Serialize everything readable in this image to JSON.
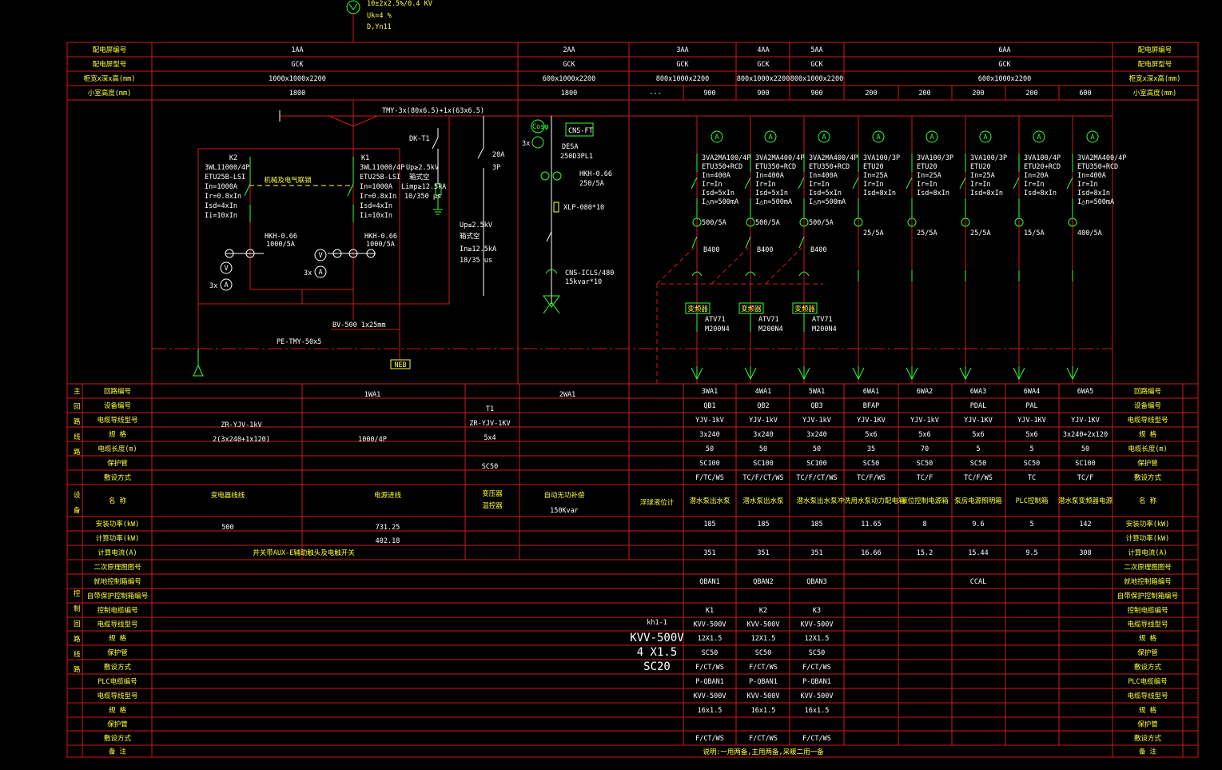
{
  "transformer": {
    "spec": "10±2x2.5%/0.4 KV",
    "uk": "Uk=4 %",
    "group": "D,Yn11"
  },
  "header_labels": {
    "left": [
      "配电屏编号",
      "配电屏型号",
      "柜宽x深x高(mm)",
      "小室高度(mm)"
    ],
    "right": [
      "配电屏编号",
      "配电屏型号",
      "柜宽x深x高(mm)",
      "小室高度(mm)"
    ]
  },
  "panels": [
    {
      "id": "1AA",
      "model": "GCK",
      "size": "1000x1000x2200",
      "height": "1800"
    },
    {
      "id": "2AA",
      "model": "GCK",
      "size": "600x1000x2200",
      "height": "1800"
    },
    {
      "id": "3AA",
      "model": "GCK",
      "size": "800x1000x2200",
      "height_a": "---",
      "height_b": "900"
    },
    {
      "id": "4AA",
      "model": "GCK",
      "size": "800x1000x2200",
      "height": "900"
    },
    {
      "id": "5AA",
      "model": "GCK",
      "size": "800x1000x2200",
      "height": "900"
    },
    {
      "id": "6AA",
      "model": "GCK",
      "size": "600x1000x2200",
      "heights": [
        "200",
        "200",
        "200",
        "200",
        "600"
      ]
    }
  ],
  "diagram": {
    "busbar": "TMY-3x(80x6.5)+1x(63x6.5)",
    "pe_bar": "PE-TMY-50x5",
    "bv_cable": "BV-500  1x25mm",
    "neb": "NEB",
    "interlock": "机械及电气联锁",
    "k2": [
      "K2",
      "3WL11000/4P",
      "ETU25B-LSI",
      "In=1000A",
      "Ir=0.8xIn",
      "Isd=4xIn",
      "Ii=10xIn"
    ],
    "k1": [
      "K1",
      "3WL11000/4P",
      "ETU25B-LSI",
      "In=1000A",
      "Ir=0.8xIn",
      "Isd=4xIn",
      "Ii=10xIn"
    ],
    "ct_left": [
      "HKH-0.66",
      "1000/5A"
    ],
    "ct_right": [
      "HKH-0.66",
      "1000/5A"
    ],
    "meter_x3_left": "3x",
    "meter_x3_right": "3x",
    "dk": "DK-T1",
    "spd1": [
      "Up≥2.5kV",
      "箱式空",
      "Limp≥12.5kA",
      "10/350 μs"
    ],
    "spd2": [
      "Up≤2.5kV",
      "箱式空",
      "In≥12.5kA",
      "18/35 us"
    ],
    "sw20": [
      "20A",
      "3P"
    ],
    "cap": {
      "cosphi": "Cosφ",
      "x3": "3x",
      "ctl": "CNS-FT",
      "fuse": [
        "DESA",
        "250D3PL1"
      ],
      "ct": [
        "HKH-0.66",
        "250/5A"
      ],
      "reactor": "XLP-080*10",
      "bank": [
        "CNS-ICLS/480",
        "15kvar*10"
      ]
    },
    "feeders": [
      {
        "brk": [
          "3VA2MA100/4P",
          "ETU350+RCD",
          "In=400A",
          "Ir=In",
          "Isd=5xIn",
          "I△n=500mA"
        ],
        "ct": "500/5A",
        "contactor": "B400",
        "vfd": "变频器",
        "vfd2": [
          "ATV71",
          "M200N4"
        ]
      },
      {
        "brk": [
          "3VA2MA400/4P",
          "ETU350+RCD",
          "In=400A",
          "Ir=In",
          "Isd=5xIn",
          "I△n=500mA"
        ],
        "ct": "500/5A",
        "contactor": "B400",
        "vfd": "变频器",
        "vfd2": [
          "ATV71",
          "M200N4"
        ]
      },
      {
        "brk": [
          "3VA2MA400/4P",
          "ETU350+RCD",
          "In=400A",
          "Ir=In",
          "Isd=5xIn",
          "I△n=500mA"
        ],
        "ct": "500/5A",
        "contactor": "B400",
        "vfd": "变频器",
        "vfd2": [
          "ATV71",
          "M200N4"
        ]
      },
      {
        "brk": [
          "3VA100/3P",
          "ETU20",
          "In=25A",
          "Ir=In",
          "Isd=8xIn"
        ],
        "ct": "25/5A"
      },
      {
        "brk": [
          "3VA100/3P",
          "ETU20",
          "In=25A",
          "Ir=In",
          "Isd=8xIn"
        ],
        "ct": "25/5A"
      },
      {
        "brk": [
          "3VA100/3P",
          "ETU20",
          "In=25A",
          "Ir=In",
          "Isd=8xIn"
        ],
        "ct": "25/5A"
      },
      {
        "brk": [
          "3VA100/4P",
          "ETU20+RCD",
          "In=20A",
          "Ir=In",
          "Isd=8xIn"
        ],
        "ct": "15/5A"
      },
      {
        "brk": [
          "3VA2MA400/4P",
          "ETU350+RCD",
          "In=400A",
          "Ir=In",
          "Isd=8xIn",
          "I△n=500mA"
        ],
        "ct": "400/5A"
      }
    ]
  },
  "sections": {
    "main": "主回路线路",
    "equip": "设备",
    "ctrl": "控制回路线路"
  },
  "table_labels_left": [
    "回路编号",
    "设备编号",
    "电缆导线型号",
    "规    格",
    "电缆长度(m)",
    "保护管",
    "敷设方式",
    "名    称",
    "安装功率(kW)",
    "计算功率(kW)",
    "计算电流(A)",
    "二次原理图图号",
    "就地控制箱编号",
    "自带保护控制箱编号",
    "控制电缆编号",
    "电缆导线型号",
    "规    格",
    "保护管",
    "敷设方式",
    "PLC电缆编号",
    "电缆导线型号",
    "规    格",
    "保护管",
    "敷设方式",
    "备    注"
  ],
  "table_labels_right": [
    "回路编号",
    "设备编号",
    "电缆导线型号",
    "规    格",
    "电缆长度(m)",
    "保护管",
    "敷设方式",
    "名    称",
    "安装功率(kW)",
    "计算功率(kW)",
    "计算电流(A)",
    "二次原理图图号",
    "就地控制箱编号",
    "自带保护控制箱编号",
    "控制电缆编号",
    "电缆导线型号",
    "规    格",
    "保护管",
    "敷设方式",
    "PLC电缆编号",
    "电缆导线型号",
    "规    格",
    "保护管",
    "敷设方式",
    "备    注"
  ],
  "table": {
    "circuit_1WA": "1WA1",
    "circuit_2WA": "2WA1",
    "cable_1a": "ZR-YJV-1kV",
    "spec_1a": "2(3x240+1x120)",
    "spec_1b": "1000/4P",
    "dev_T1": "T1",
    "cable_2": "ZR-YJV-1KV",
    "spec_2": "5x4",
    "pipe_2": "SC50",
    "name_1a": "变电器线线",
    "name_1b": "电源进线",
    "name_2a": "变压器\n温控器",
    "name_2b": "自动无功补偿",
    "cap_kvar": "150Kvar",
    "name_flow": "浮球液位计",
    "inst_1a": "500",
    "inst_1b": "731.25",
    "calc_1b": "402.18",
    "note_1": "并关带AUX-E辅助触头及电触开关",
    "kh": "kh1-1",
    "kvv_big": [
      "KVV-500V",
      "4 X1.5",
      "SC20"
    ],
    "note_bottom": "说明:一用两备,主用两备,采暖二用一备",
    "cols": [
      {
        "loop": "3WA1",
        "dev": "QB1",
        "cable": "YJV-1kV",
        "spec": "3x240",
        "len": "50",
        "pipe": "SC100",
        "lay": "F/TC/WS",
        "name": "潜水泵出水泵",
        "inst": "185",
        "calc": "351",
        "box": "QBAN1",
        "ctl": "K1",
        "ccable": "KVV-500V",
        "cspec": "12X1.5",
        "cpipe": "SC50",
        "clay": "F/CT/WS",
        "plc": "P-QBAN1",
        "pcable": "KVV-500V",
        "pspec": "16x1.5",
        "play": "F/CT/WS"
      },
      {
        "loop": "4WA1",
        "dev": "QB2",
        "cable": "YJV-1kV",
        "spec": "3x240",
        "len": "50",
        "pipe": "SC100",
        "lay": "TC/F/CT/WS",
        "name": "潜水泵出水泵",
        "inst": "185",
        "calc": "351",
        "box": "QBAN2",
        "ctl": "K2",
        "ccable": "KVV-500V",
        "cspec": "12X1.5",
        "cpipe": "SC50",
        "clay": "F/CT/WS",
        "plc": "P-QBAN1",
        "pcable": "KVV-500V",
        "pspec": "16x1.5",
        "play": "F/CT/WS"
      },
      {
        "loop": "5WA1",
        "dev": "QB3",
        "cable": "YJV-1kV",
        "spec": "3x240",
        "len": "50",
        "pipe": "SC100",
        "lay": "TC/F/CT/WS",
        "name": "潜水泵出水泵",
        "inst": "185",
        "calc": "351",
        "box": "QBAN3",
        "ctl": "K3",
        "ccable": "KVV-500V",
        "cspec": "12X1.5",
        "cpipe": "SC50",
        "clay": "F/CT/WS",
        "plc": "P-QBAN1",
        "pcable": "KVV-500V",
        "pspec": "16x1.5",
        "play": "F/CT/WS"
      },
      {
        "loop": "6WA1",
        "dev": "BFAP",
        "cable": "YJV-1KV",
        "spec": "5x6",
        "len": "35",
        "pipe": "SC50",
        "lay": "TC/F/WS",
        "name": "冲洗用水泵动力配电箱",
        "inst": "11.65",
        "calc": "16.66"
      },
      {
        "loop": "6WA2",
        "dev": "",
        "cable": "YJV-1kV",
        "spec": "5x6",
        "len": "70",
        "pipe": "SC50",
        "lay": "TC/F",
        "name": "液位控制电源箱",
        "inst": "8",
        "calc": "15.2"
      },
      {
        "loop": "6WA3",
        "dev": "PDAL",
        "cable": "YJV-1KV",
        "spec": "5x6",
        "len": "5",
        "pipe": "SC50",
        "lay": "TC/F/WS",
        "name": "泵房电源照明箱",
        "inst": "9.6",
        "calc": "15.44",
        "box": "CCAL"
      },
      {
        "loop": "6WA4",
        "dev": "PAL",
        "cable": "YJV-1KV",
        "spec": "5x6",
        "len": "5",
        "pipe": "SC50",
        "lay": "TC",
        "name": "PLC控制箱",
        "inst": "5",
        "calc": "9.5"
      },
      {
        "loop": "6WA5",
        "dev": "",
        "cable": "YJV-1KV",
        "spec": "3x240+2x120",
        "len": "50",
        "pipe": "SC100",
        "lay": "TC/F",
        "name": "潜水泵变频器电源",
        "inst": "142",
        "calc": "308"
      }
    ]
  }
}
